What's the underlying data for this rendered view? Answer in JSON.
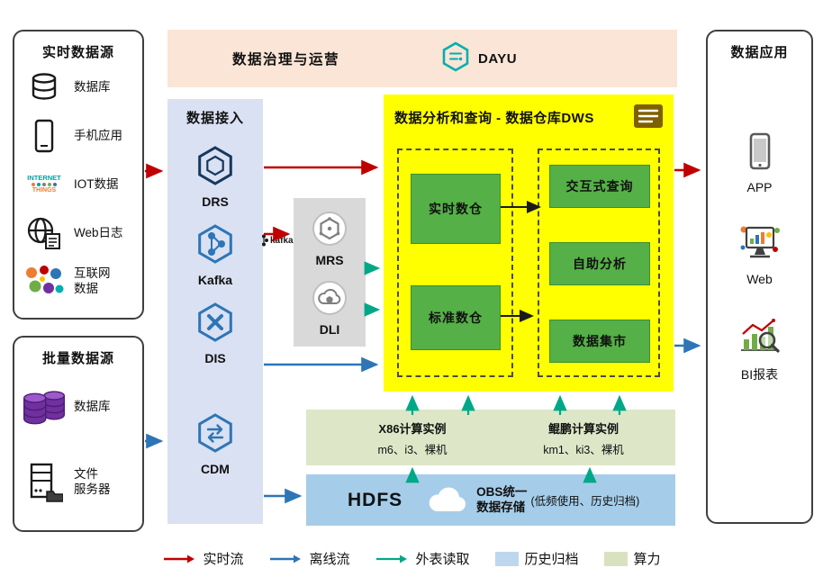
{
  "colors": {
    "realtime_flow": "#c00000",
    "offline_flow": "#2e75b6",
    "external_read": "#00a887",
    "archive_fill": "#a5cde9",
    "compute_fill": "#dde7c8",
    "dws_fill": "#ffff00",
    "node_green": "#55b047",
    "governance_fill": "#fbe5d6",
    "ingestion_fill": "#d9e1f2",
    "middleware_fill": "#d9d9d9"
  },
  "realtime_sources": {
    "title": "实时数据源",
    "items": [
      {
        "label": "数据库",
        "icon": "database-icon"
      },
      {
        "label": "手机应用",
        "icon": "mobile-app-icon"
      },
      {
        "label": "IOT数据",
        "icon": "iot-icon",
        "icon_text_1": "INTERNET",
        "icon_text_2": "THINGS"
      },
      {
        "label": "Web日志",
        "icon": "web-log-icon"
      },
      {
        "label": "互联网\n数据",
        "icon": "internet-data-icon"
      }
    ]
  },
  "batch_sources": {
    "title": "批量数据源",
    "items": [
      {
        "label": "数据库",
        "icon": "database-cluster-icon"
      },
      {
        "label": "文件\n服务器",
        "icon": "file-server-icon"
      }
    ]
  },
  "governance": {
    "title": "数据治理与运营",
    "product": "DAYU"
  },
  "ingestion": {
    "title": "数据接入",
    "items": [
      {
        "label": "DRS"
      },
      {
        "label": "Kafka",
        "logo_text": "kafka"
      },
      {
        "label": "DIS"
      },
      {
        "label": "CDM"
      }
    ]
  },
  "middleware": {
    "items": [
      {
        "label": "MRS"
      },
      {
        "label": "DLI"
      }
    ]
  },
  "dws": {
    "title": "数据分析和查询 - 数据仓库DWS",
    "left_group": [
      "实时数仓",
      "标准数仓"
    ],
    "right_group": [
      "交互式查询",
      "自助分析",
      "数据集市"
    ]
  },
  "compute": {
    "left": {
      "title": "X86计算实例",
      "subtitle": "m6、i3、裸机"
    },
    "right": {
      "title": "鲲鹏计算实例",
      "subtitle": "km1、ki3、裸机"
    }
  },
  "storage": {
    "hdfs": "HDFS",
    "obs_title": "OBS统一\n数据存储",
    "obs_note": "(低频使用、历史归档)"
  },
  "applications": {
    "title": "数据应用",
    "items": [
      {
        "label": "APP"
      },
      {
        "label": "Web"
      },
      {
        "label": "BI报表"
      }
    ]
  },
  "legend": {
    "realtime": "实时流",
    "offline": "离线流",
    "external": "外表读取",
    "archive": "历史归档",
    "compute": "算力"
  }
}
